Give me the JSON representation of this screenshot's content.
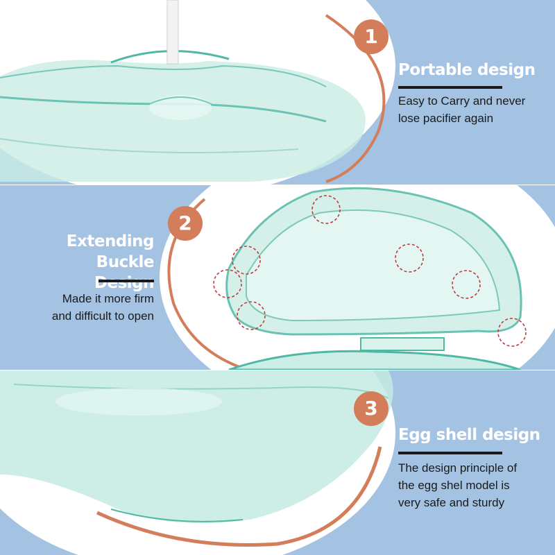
{
  "colors": {
    "panel_blue": "#a4c3e3",
    "accent_orange": "#d47d5b",
    "case_green": "#4fb8a5",
    "dashed_circle": "#c0393f",
    "text_dark": "#1a1a1a"
  },
  "sections": [
    {
      "number": "1",
      "title": "Portable design",
      "description_lines": [
        "Easy to Carry and never",
        "lose pacifier again"
      ]
    },
    {
      "number": "2",
      "title_lines": [
        "Extending Buckle",
        "Design"
      ],
      "description_lines": [
        "Made it more firm",
        "and difficult to open"
      ]
    },
    {
      "number": "3",
      "title": "Egg shell design",
      "description_lines": [
        "The design principle of",
        "the egg shel model is",
        "very safe and sturdy"
      ]
    }
  ]
}
